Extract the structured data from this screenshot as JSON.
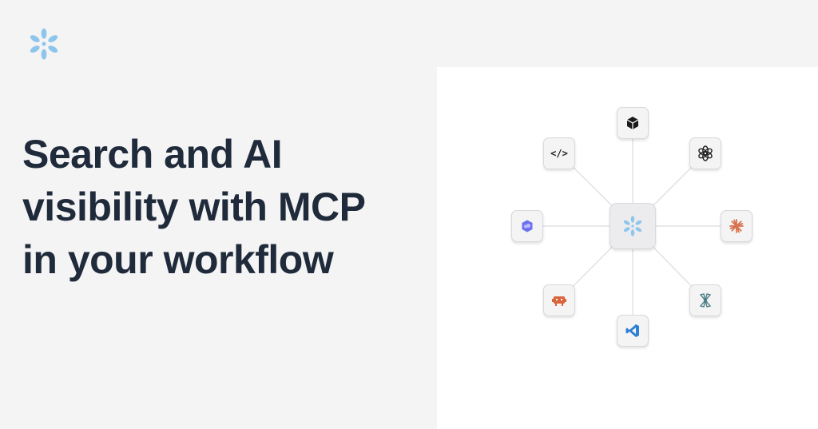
{
  "headline": {
    "line1": "Search and AI",
    "line2": "visibility with MCP",
    "line3": "in your workflow"
  },
  "icons": {
    "logo": "asterisk-flower-logo-icon",
    "hub": "asterisk-flower-hub-icon",
    "top": "cube-icon",
    "top_left": "code-brackets-icon",
    "top_right": "openai-knot-icon",
    "left": "cloud-app-icon",
    "right": "claude-starburst-icon",
    "bottom_left": "orange-robot-icon",
    "bottom_right": "fan-spiral-icon",
    "bottom": "vscode-icon"
  },
  "code_icon_text": "</>",
  "colors": {
    "brand_blue": "#8ec5ec",
    "headline": "#1f2a3b",
    "background": "#f4f4f4",
    "panel": "#ffffff",
    "connector": "#e2e2e6",
    "claude_orange": "#d9704e",
    "vscode_blue": "#2f7fd3",
    "cloud_purple": "#6d6ff0",
    "robot_orange": "#d9633b",
    "fan_teal": "#4f7f88"
  }
}
